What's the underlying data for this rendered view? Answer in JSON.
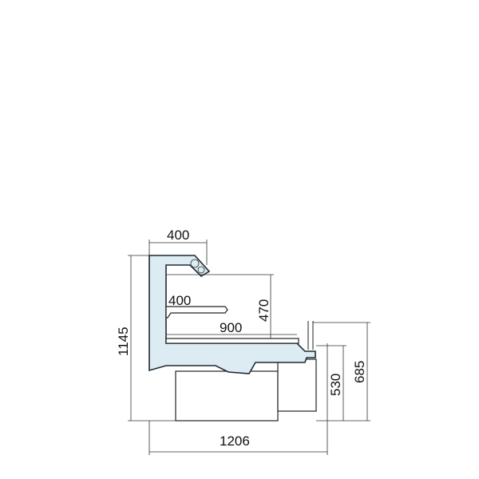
{
  "colors": {
    "cabinet_fill": "#dcecf2",
    "outline": "#1f2a33",
    "background": "#ffffff"
  },
  "dimensions": {
    "top_width": "400",
    "shelf_depth": "400",
    "shelf_height": "470",
    "deck_depth": "900",
    "total_height": "1145",
    "counter_height": "685",
    "rear_height": "530",
    "total_width": "1206"
  }
}
